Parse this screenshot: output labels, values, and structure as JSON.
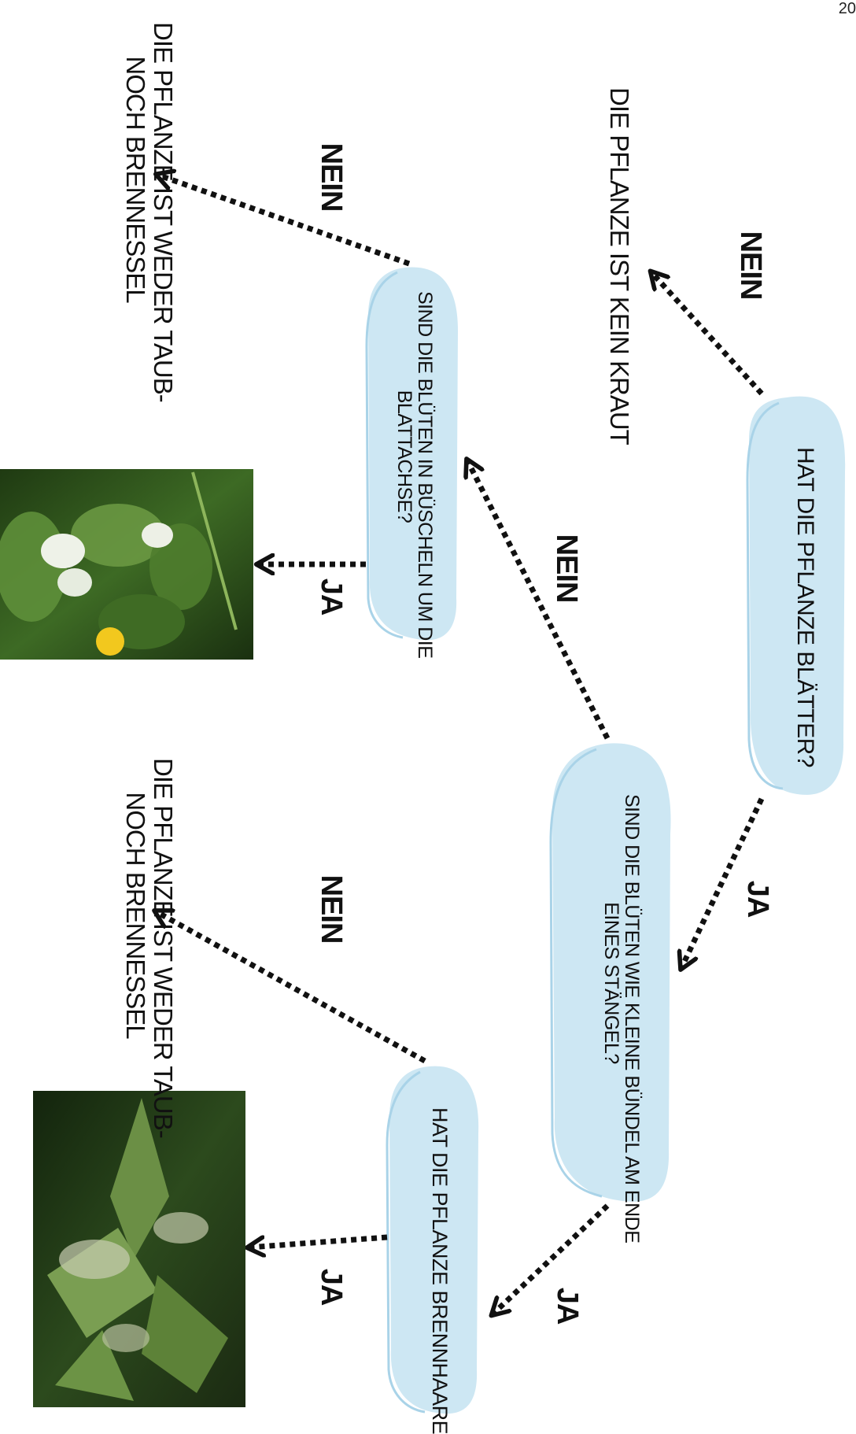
{
  "page_number": "20",
  "colors": {
    "bubble": "#cde7f3",
    "bubble_edge": "#a9d3e8",
    "arrow": "#111111"
  },
  "nodes": {
    "q_leaves": "HAT DIE PFLANZE BLÄTTER?",
    "q_bundles": [
      "SIND DIE BLÜTEN WIE KLEINE BÜNDEL AM ENDE",
      "EINES STÄNGEL?"
    ],
    "q_clusters": [
      "SIND DIE BLÜTEN IN BÜSCHELN UM DIE",
      "BLATTACHSE?"
    ],
    "q_stinging": "HAT DIE PFLANZE BRENNHAARE"
  },
  "results": {
    "no_herb": "DIE PFLANZE IST KEIN KRAUT",
    "neither_top": [
      "DIE PFLANZE IST WEDER TAUB-",
      "NOCH BRENNESSEL"
    ],
    "neither_bottom": [
      "DIE PFLANZE IST WEDER TAUB-",
      "NOCH BRENNESSEL"
    ]
  },
  "labels": {
    "yes": "JA",
    "no": "NEIN"
  },
  "photos": {
    "dead_nettle": "dead-nettle-photo",
    "stinging_nettle": "stinging-nettle-photo"
  }
}
